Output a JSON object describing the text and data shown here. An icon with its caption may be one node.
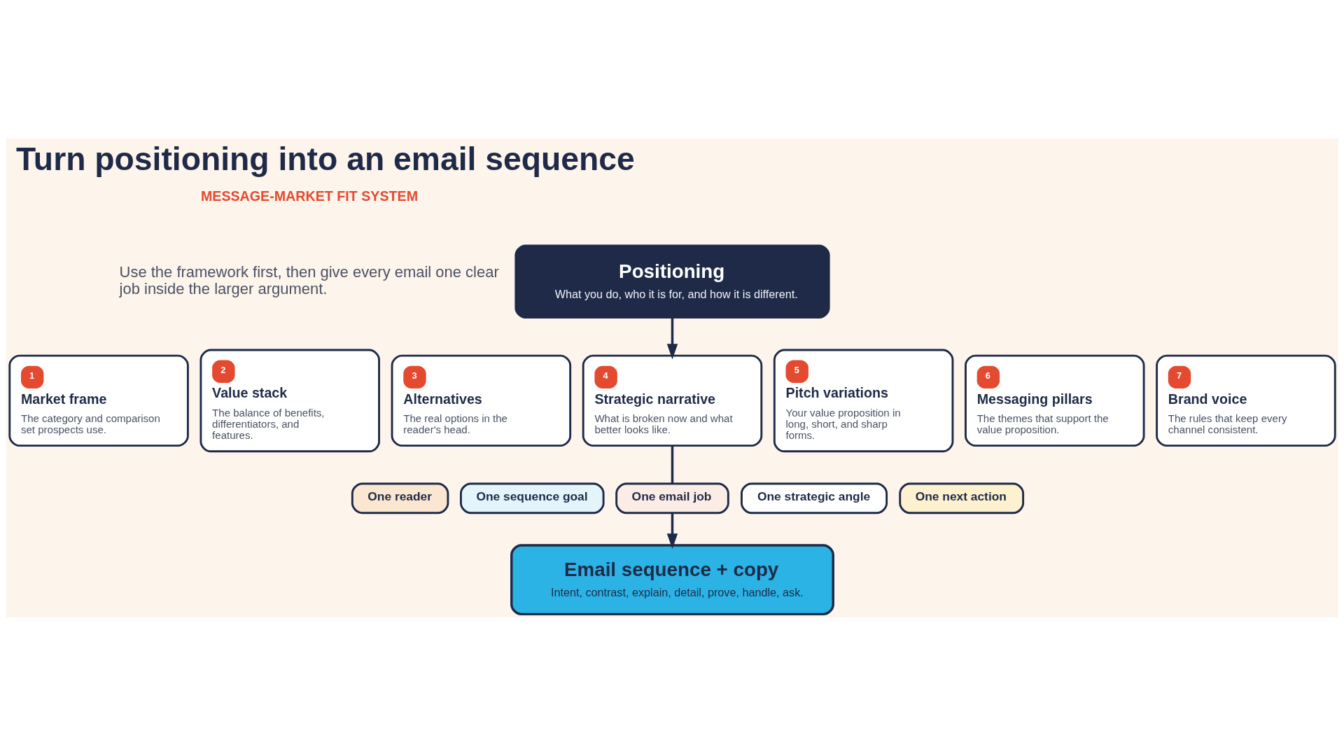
{
  "diagram": {
    "title": "Turn positioning into an email sequence",
    "nodes": [
      {
        "text": [
          "Positioning",
          "What you do, who it is for, and how it is different."
        ]
      },
      {
        "text": [
          "1",
          "Market frame",
          "The category and comparison set prospects use."
        ]
      },
      {
        "text": [
          "2",
          "Value stack",
          "The balance of benefits, differentiators, and features."
        ]
      },
      {
        "text": [
          "3",
          "Alternatives",
          "The real options in the reader's head."
        ]
      },
      {
        "text": [
          "4",
          "Strategic narrative",
          "What is broken now and what better looks like."
        ]
      },
      {
        "text": [
          "5",
          "Pitch variations",
          "Your value proposition in long, short, and sharp forms."
        ]
      },
      {
        "text": [
          "6",
          "Messaging pillars",
          "The themes that support the value proposition."
        ]
      },
      {
        "text": [
          "7",
          "Brand voice",
          "The rules that keep every channel consistent."
        ]
      },
      {
        "text": [
          "One reader"
        ]
      },
      {
        "text": [
          "One sequence goal"
        ]
      },
      {
        "text": [
          "One email job"
        ]
      },
      {
        "text": [
          "One strategic angle"
        ]
      },
      {
        "text": [
          "One next action"
        ]
      },
      {
        "text": [
          "Email sequence + copy",
          "Intent, contrast, explain, detail, prove, handle, ask."
        ]
      }
    ],
    "edges": [
      {
        "from": 0,
        "to": 4,
        "arrow": "to"
      },
      {
        "from": 4,
        "to": 10,
        "arrow": "none"
      },
      {
        "from": 10,
        "to": 13,
        "arrow": "to"
      }
    ],
    "labels": [
      "MESSAGE-MARKET FIT SYSTEM",
      "Use the framework first, then give every email one clear job inside the larger argument."
    ]
  }
}
